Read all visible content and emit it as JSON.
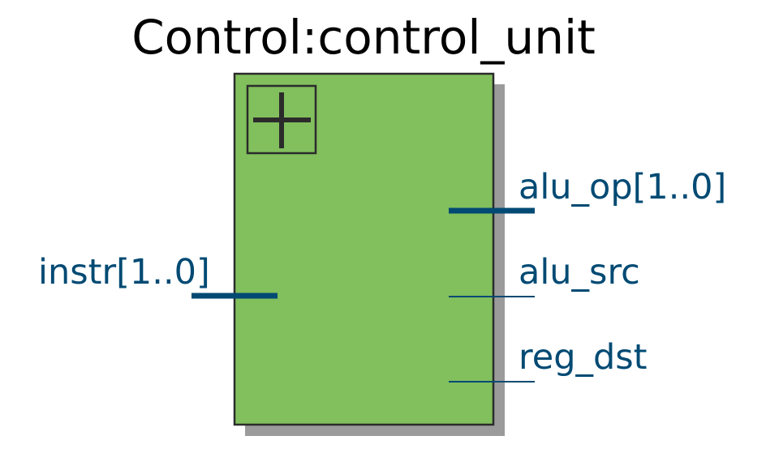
{
  "diagram": {
    "title": "Control:control_unit",
    "block": {
      "fill_color": "#82bf5d",
      "border_color": "#2b2b2b",
      "shadow_color": "#9b9b9b",
      "expand_symbol": "+"
    },
    "wire_color": "#004a73",
    "inputs": [
      {
        "label": "instr[1..0]",
        "bus": true
      }
    ],
    "outputs": [
      {
        "label": "alu_op[1..0]",
        "bus": true
      },
      {
        "label": "alu_src",
        "bus": false
      },
      {
        "label": "reg_dst",
        "bus": false
      }
    ]
  }
}
